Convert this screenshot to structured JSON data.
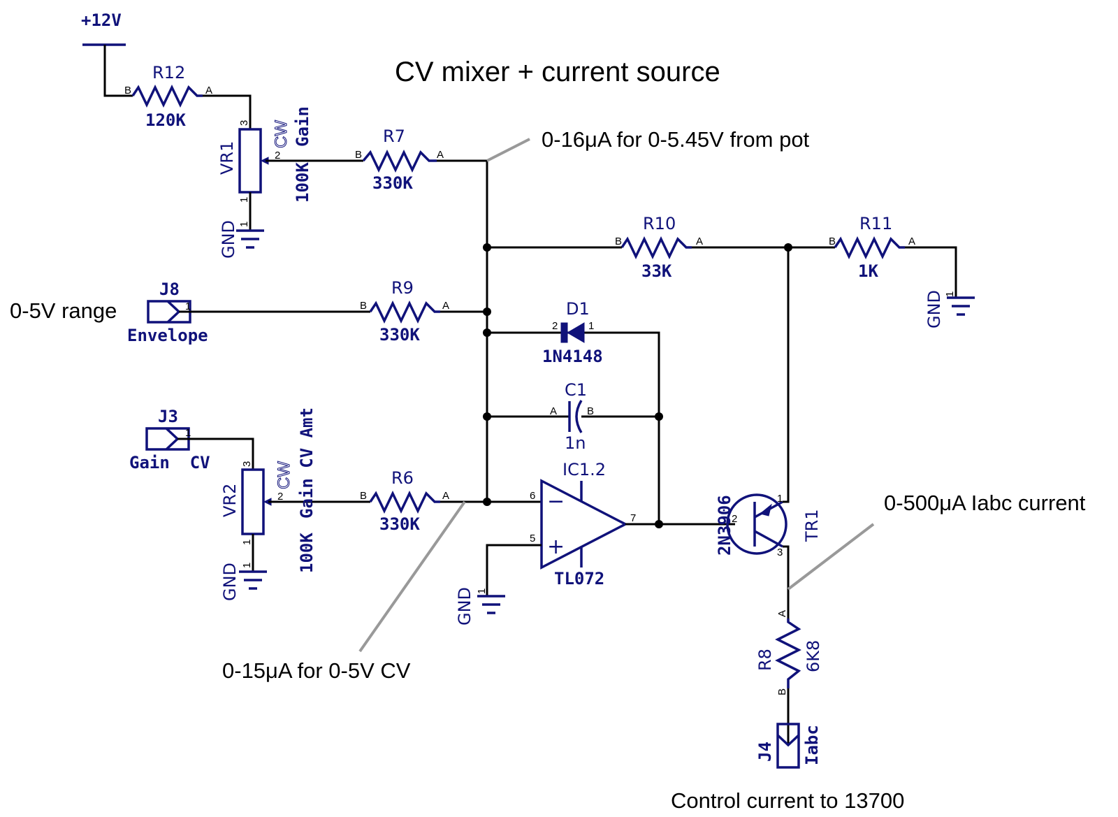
{
  "title": "CV mixer + current source",
  "power": {
    "label": "+12V"
  },
  "annotations": {
    "pot_current": "0-16μA for 0-5.45V from pot",
    "cv_current": "0-15μA for 0-5V CV",
    "iabc_current": "0-500μA Iabc current",
    "envelope_range": "0-5V range",
    "control_current": "Control current to 13700"
  },
  "components": {
    "R12": {
      "ref": "R12",
      "value": "120K"
    },
    "R7": {
      "ref": "R7",
      "value": "330K"
    },
    "R9": {
      "ref": "R9",
      "value": "330K"
    },
    "R6": {
      "ref": "R6",
      "value": "330K"
    },
    "R10": {
      "ref": "R10",
      "value": "33K"
    },
    "R11": {
      "ref": "R11",
      "value": "1K"
    },
    "R8": {
      "ref": "R8",
      "value": "6K8"
    },
    "VR1": {
      "ref": "VR1",
      "value": "100K",
      "name": "Gain",
      "cw": "CW"
    },
    "VR2": {
      "ref": "VR2",
      "value": "100K",
      "name": "Gain CV Amt",
      "cw": "CW"
    },
    "J8": {
      "ref": "J8",
      "name": "Envelope"
    },
    "J3": {
      "ref": "J3",
      "name": "Gain  CV"
    },
    "J4": {
      "ref": "J4",
      "name": "Iabc"
    },
    "D1": {
      "ref": "D1",
      "value": "1N4148"
    },
    "C1": {
      "ref": "C1",
      "value": "1n"
    },
    "IC1": {
      "ref": "IC1.2",
      "value": "TL072",
      "minus": "−",
      "plus": "+"
    },
    "TR1": {
      "ref": "TR1",
      "value": "2N3906"
    }
  },
  "ground": {
    "label": "GND"
  },
  "pins": {
    "A": "A",
    "B": "B",
    "p1": "1",
    "p2": "2",
    "p3": "3",
    "p5": "5",
    "p6": "6",
    "p7": "7"
  }
}
